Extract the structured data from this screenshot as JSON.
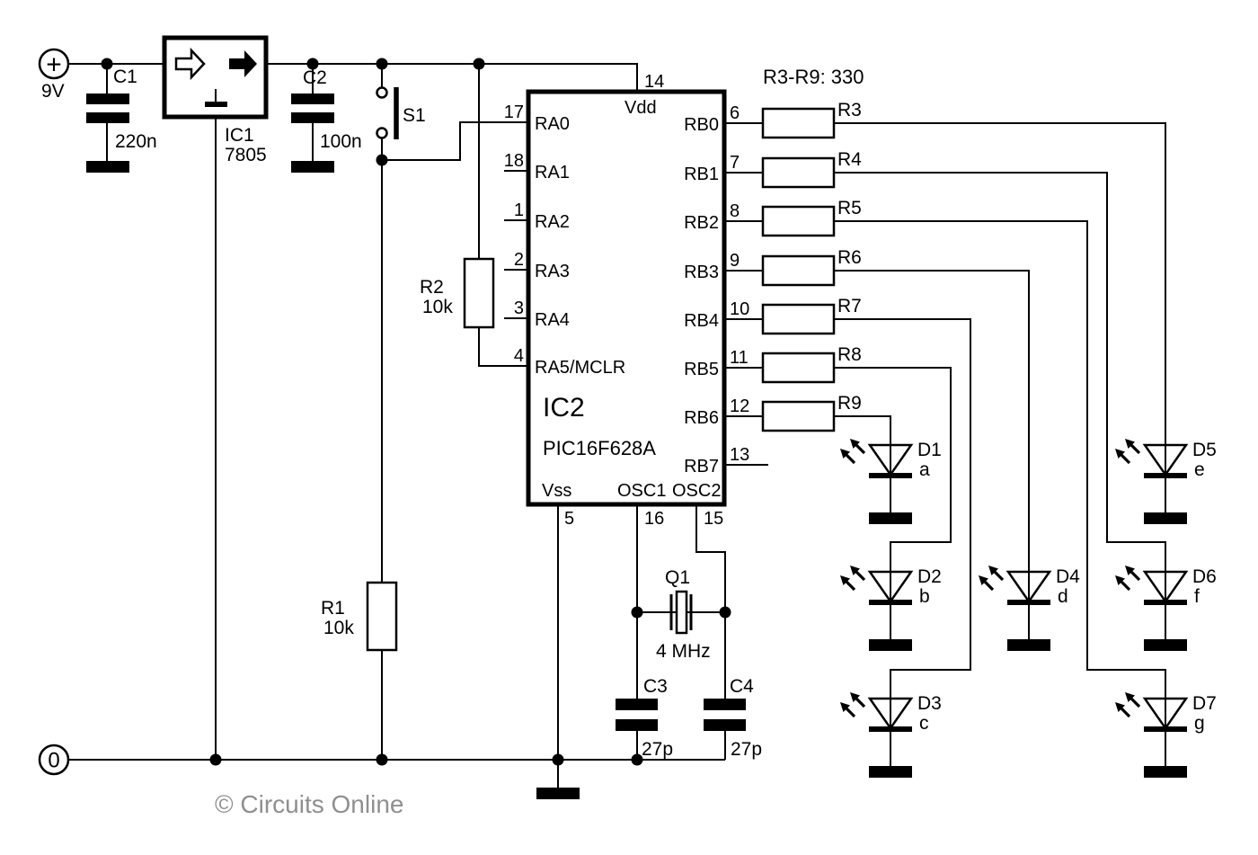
{
  "power": {
    "plus_symbol": "+",
    "voltage": "9V",
    "zero": "0"
  },
  "capacitors": {
    "c1": {
      "ref": "C1",
      "value": "220n"
    },
    "c2": {
      "ref": "C2",
      "value": "100n"
    },
    "c3": {
      "ref": "C3",
      "value": "27p"
    },
    "c4": {
      "ref": "C4",
      "value": "27p"
    }
  },
  "regulator": {
    "ref": "IC1",
    "part": "7805"
  },
  "switch": {
    "ref": "S1"
  },
  "resistors": {
    "r1": {
      "ref": "R1",
      "value": "10k"
    },
    "r2": {
      "ref": "R2",
      "value": "10k"
    },
    "note": "R3-R9: 330",
    "series": [
      {
        "ref": "R3"
      },
      {
        "ref": "R4"
      },
      {
        "ref": "R5"
      },
      {
        "ref": "R6"
      },
      {
        "ref": "R7"
      },
      {
        "ref": "R8"
      },
      {
        "ref": "R9"
      }
    ]
  },
  "mcu": {
    "ref": "IC2",
    "part": "PIC16F628A",
    "top_pin": {
      "num": "14",
      "label": "Vdd"
    },
    "left_pins": [
      {
        "num": "17",
        "label": "RA0"
      },
      {
        "num": "18",
        "label": "RA1"
      },
      {
        "num": "1",
        "label": "RA2"
      },
      {
        "num": "2",
        "label": "RA3"
      },
      {
        "num": "3",
        "label": "RA4"
      },
      {
        "num": "4",
        "label": "RA5/MCLR"
      }
    ],
    "right_pins": [
      {
        "num": "6",
        "label": "RB0"
      },
      {
        "num": "7",
        "label": "RB1"
      },
      {
        "num": "8",
        "label": "RB2"
      },
      {
        "num": "9",
        "label": "RB3"
      },
      {
        "num": "10",
        "label": "RB4"
      },
      {
        "num": "11",
        "label": "RB5"
      },
      {
        "num": "12",
        "label": "RB6"
      },
      {
        "num": "13",
        "label": "RB7"
      }
    ],
    "bottom_pins": [
      {
        "num": "5",
        "label": "Vss"
      },
      {
        "num": "16",
        "label": "OSC1"
      },
      {
        "num": "15",
        "label": "OSC2"
      }
    ]
  },
  "crystal": {
    "ref": "Q1",
    "value": "4 MHz"
  },
  "leds": [
    {
      "ref": "D1",
      "segment": "a"
    },
    {
      "ref": "D2",
      "segment": "b"
    },
    {
      "ref": "D3",
      "segment": "c"
    },
    {
      "ref": "D4",
      "segment": "d"
    },
    {
      "ref": "D5",
      "segment": "e"
    },
    {
      "ref": "D6",
      "segment": "f"
    },
    {
      "ref": "D7",
      "segment": "g"
    }
  ],
  "watermark": "© Circuits Online"
}
